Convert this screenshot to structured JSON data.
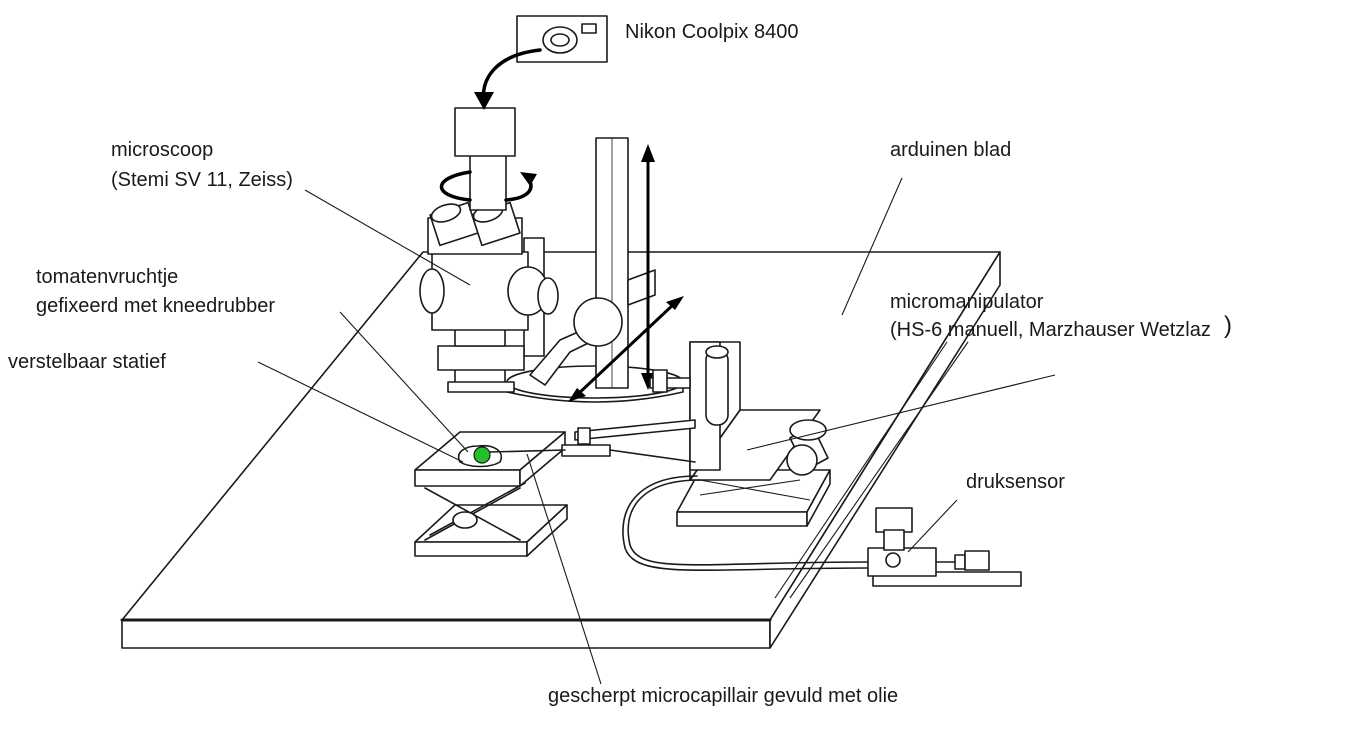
{
  "labels": {
    "camera": "Nikon Coolpix 8400",
    "microscope_line1": "microscoop",
    "microscope_line2": "(Stemi SV 11, Zeiss)",
    "table_top": "arduinen blad",
    "tomato_line1": "tomatenvruchtje",
    "tomato_line2": "gefixeerd met kneedrubber",
    "micromanipulator_line1": "micromanipulator",
    "micromanipulator_line2": "(HS-6 manuell, Marzhauser Wetzlaz",
    "micromanipulator_paren": ")",
    "stand": "verstelbaar statief",
    "pressure_sensor": "druksensor",
    "capillary": "gescherpt microcapillair gevuld met olie"
  },
  "colors": {
    "line": "#1a1a1a",
    "tomato_fruit": "#22c02a",
    "background": "#ffffff"
  }
}
